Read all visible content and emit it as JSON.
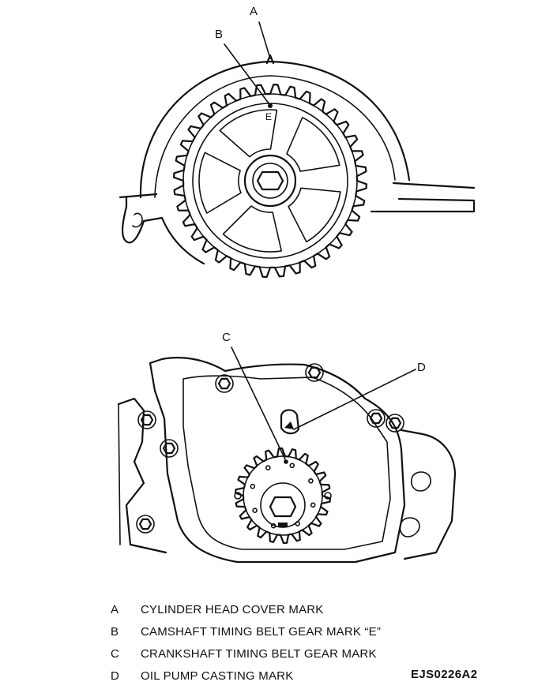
{
  "callouts": {
    "a": "A",
    "b": "B",
    "c": "C",
    "d": "D",
    "gear_mark": "E"
  },
  "legend": [
    {
      "key": "A",
      "text": "CYLINDER HEAD COVER MARK"
    },
    {
      "key": "B",
      "text": "CAMSHAFT TIMING BELT GEAR MARK “E”"
    },
    {
      "key": "C",
      "text": "CRANKSHAFT TIMING BELT GEAR MARK"
    },
    {
      "key": "D",
      "text": "OIL PUMP CASTING MARK"
    }
  ],
  "figure_code": "EJS0226A2"
}
